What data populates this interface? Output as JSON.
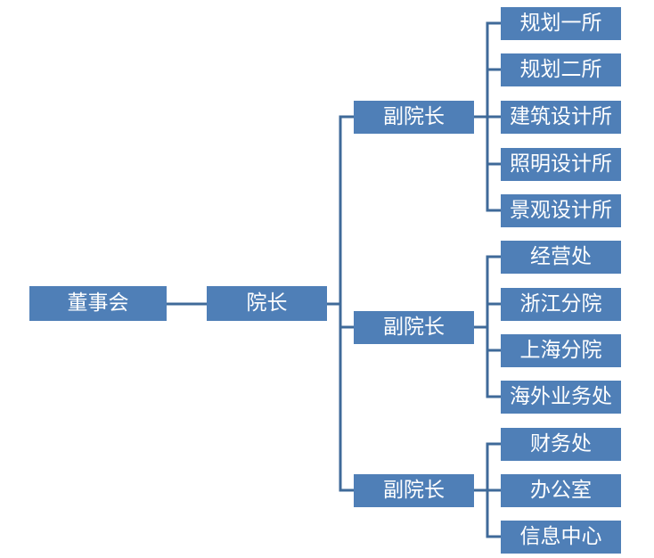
{
  "root": {
    "label": "董事会"
  },
  "president": {
    "label": "院长"
  },
  "vice_presidents": [
    {
      "label": "副院长",
      "units": [
        "规划一所",
        "规划二所",
        "建筑设计所",
        "照明设计所",
        "景观设计所"
      ]
    },
    {
      "label": "副院长",
      "units": [
        "经营处",
        "浙江分院",
        "上海分院",
        "海外业务处"
      ]
    },
    {
      "label": "副院长",
      "units": [
        "财务处",
        "办公室",
        "信息中心"
      ]
    }
  ]
}
